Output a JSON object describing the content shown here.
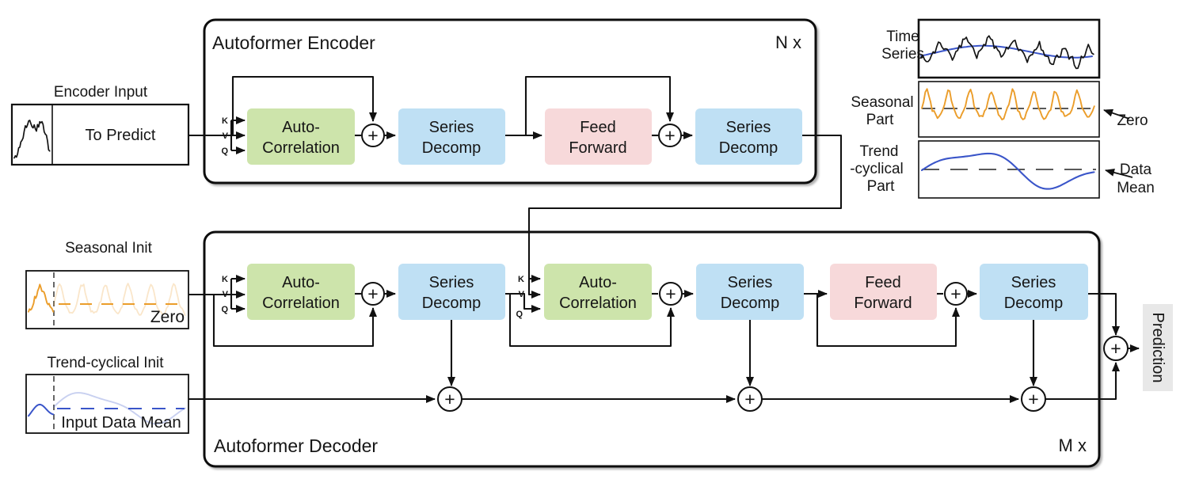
{
  "encoder": {
    "title": "Autoformer Encoder",
    "repeat": "N x"
  },
  "decoder": {
    "title": "Autoformer Decoder",
    "repeat": "M x"
  },
  "qkv": {
    "k": "K",
    "v": "V",
    "q": "Q"
  },
  "icons": {
    "plus": "+"
  },
  "blocks": {
    "auto_correlation": [
      "Auto-",
      "Correlation"
    ],
    "series_decomp": [
      "Series",
      "Decomp"
    ],
    "feed_forward": [
      "Feed",
      "Forward"
    ]
  },
  "inputs": {
    "encoder_input": {
      "label": "Encoder Input",
      "value": "To Predict"
    },
    "seasonal_init": {
      "label": "Seasonal Init",
      "annotation": "Zero"
    },
    "trend_init": {
      "label": "Trend-cyclical Init",
      "annotation": "Input Data Mean"
    }
  },
  "side_panel": {
    "time_series": {
      "label": [
        "Time",
        "Series"
      ]
    },
    "seasonal": {
      "label": [
        "Seasonal",
        "Part"
      ],
      "annotation": "Zero"
    },
    "trend": {
      "label": [
        "Trend",
        "-cyclical",
        "Part"
      ],
      "annotation": [
        "Data",
        "Mean"
      ]
    }
  },
  "output": {
    "prediction": "Prediction"
  },
  "colors": {
    "auto_correlation_green": "#cde4ab",
    "series_decomp_blue": "#bfe0f4",
    "feed_forward_pink": "#f7d9da",
    "seasonal_orange": "#eb9d2a",
    "trend_blue": "#3a55c9",
    "init_text_blue": "#2a3ba8",
    "prediction_bg": "#e8e8e8",
    "line_black": "#111111"
  }
}
